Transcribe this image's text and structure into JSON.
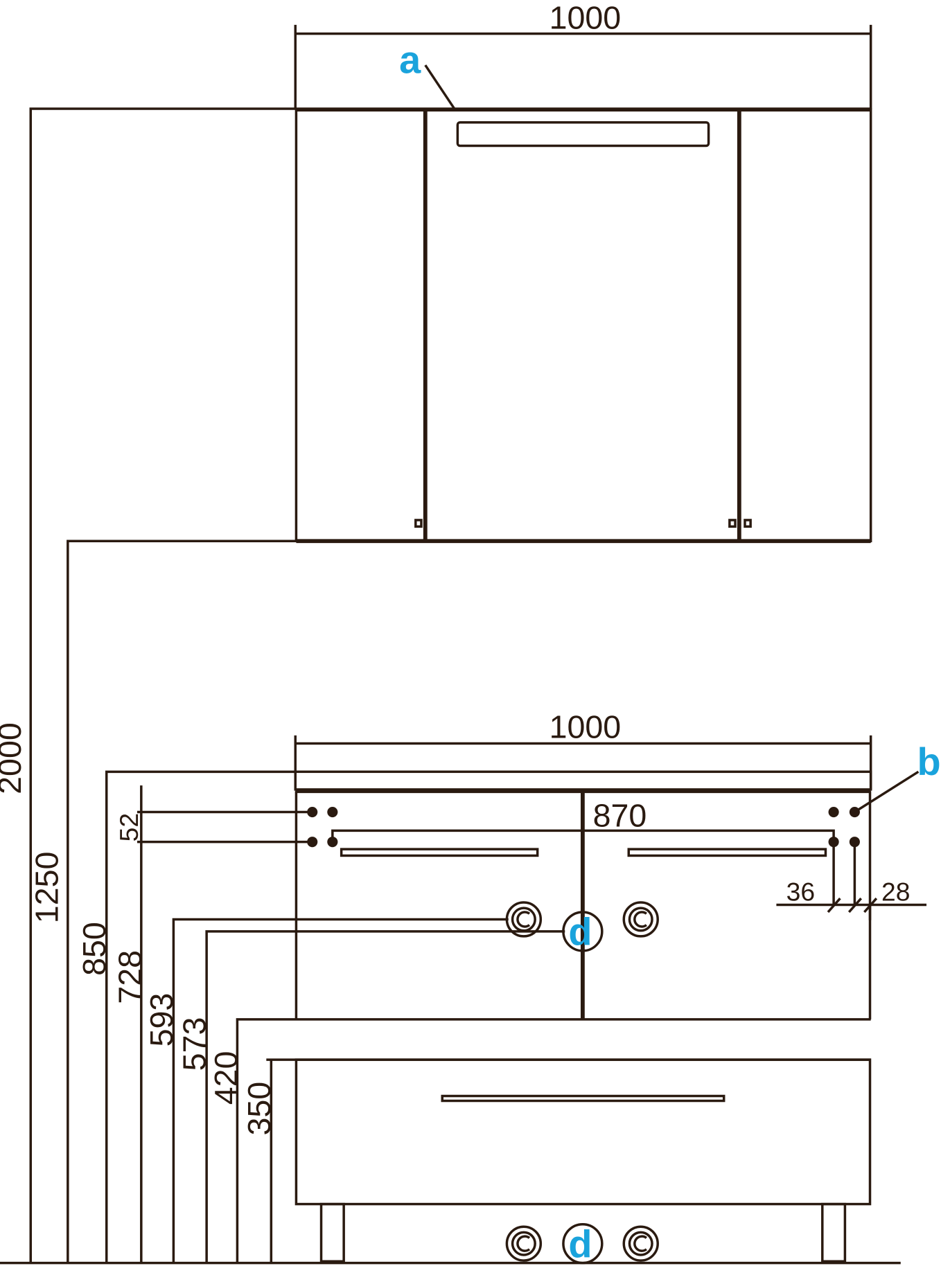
{
  "drawing": {
    "mirror_width": "1000",
    "vanity_width": "1000",
    "mirror_top_height": "2000",
    "mirror_bottom_height": "1250",
    "countertop_height": "850",
    "mount_height": "728",
    "mount_spacing": "52",
    "water_height": "593",
    "drain_height": "573",
    "cabinet_bottom_height": "420",
    "drawer_top_height": "350",
    "mount_holes_span": "870",
    "offset_left": "36",
    "offset_right": "28"
  },
  "labels": {
    "a": "a",
    "b": "b",
    "d_upper": "d",
    "d_lower": "d"
  },
  "colors": {
    "line": "#2a1a10",
    "label": "#1aa3dc"
  }
}
